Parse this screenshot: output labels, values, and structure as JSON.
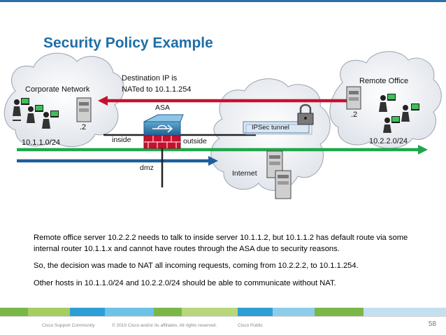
{
  "slide": {
    "title": "Security Policy Example",
    "page_number": "58"
  },
  "diagram": {
    "corporate_label": "Corporate Network",
    "corporate_subnet": "10.1.1.0/24",
    "corporate_server_host": ".2",
    "remote_label": "Remote Office",
    "remote_subnet": "10.2.2.0/24",
    "remote_server_host": ".2",
    "nat_note_line1": "Destination IP is",
    "nat_note_line2": "NATed to 10.1.1.254",
    "asa_label": "ASA",
    "inside_label": "inside",
    "outside_label": "outside",
    "dmz_label": "dmz",
    "ipsec_label": "IPSec tunnel",
    "internet_label": "Internet",
    "colors": {
      "red_flow": "#c8102e",
      "green_flow": "#1fa64a",
      "blue_flow": "#1f5f99",
      "title": "#1d6fa8"
    }
  },
  "body": {
    "para1": "Remote office server 10.2.2.2 needs to talk to inside server 10.1.1.2, but 10.1.1.2 has default route via some internal router 10.1.1.x and cannot have routes through the ASA due to security reasons.",
    "para2": "So, the decision was made to NAT all incoming requests, coming from 10.2.2.2, to 10.1.1.254.",
    "para3": "Other hosts in 10.1.1.0/24 and 10.2.2.0/24 should be able to communicate without NAT."
  },
  "footer": {
    "community": "Cisco Support Community",
    "copyright": "© 2010 Cisco and/or its affiliates. All rights reserved.",
    "classification": "Cisco Public"
  }
}
